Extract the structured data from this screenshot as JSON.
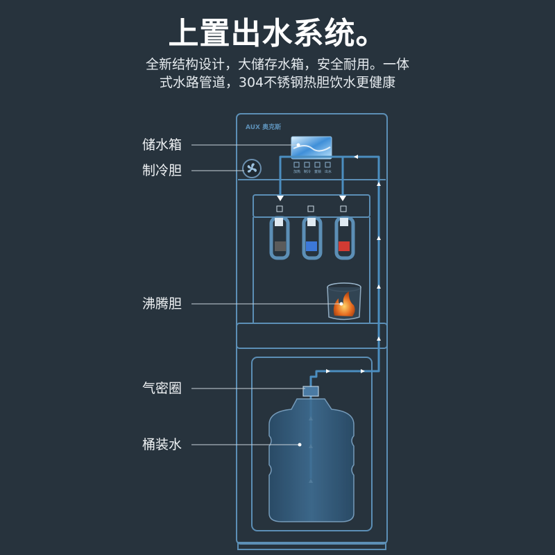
{
  "title": "上置出水系统。",
  "subtitle": [
    "全新结构设计，大储存水箱，安全耐用。一体",
    "式水路管道，304不锈钢热胆饮水更健康"
  ],
  "brand": "AUX 奥克斯",
  "panel_labels": [
    "加热",
    "制冷",
    "童锁",
    "出水"
  ],
  "callouts": {
    "storage_tank": "储水箱",
    "cooling_tank": "制冷胆",
    "boiling_tank": "沸腾胆",
    "seal_ring": "气密圈",
    "bottled_water": "桶装水"
  },
  "colors": {
    "background": "#27333d",
    "outline": "#5c8fb6",
    "water_flow": "#4b8ec0",
    "cold_tap": "#3c78d8",
    "hot_tap": "#d23b33",
    "room_tap": "#5b5b5b"
  }
}
